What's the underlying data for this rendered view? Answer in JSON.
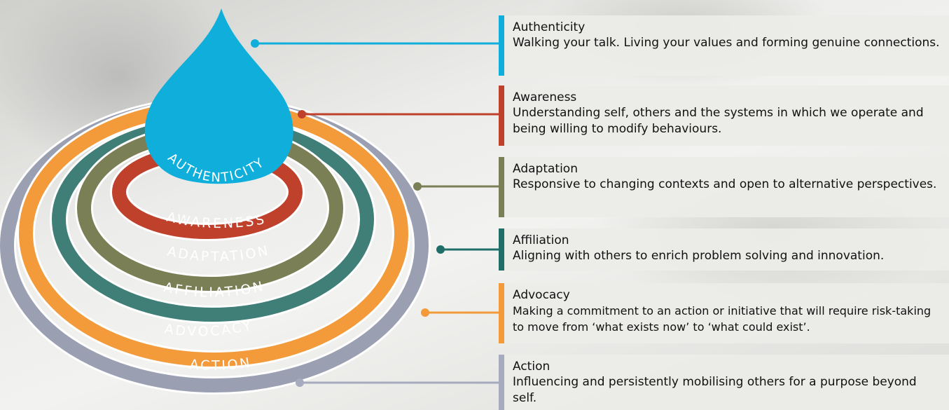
{
  "rings": [
    {
      "key": "awareness",
      "label": "AWARENESS",
      "color": "#c0412b"
    },
    {
      "key": "adaptation",
      "label": "ADAPTATION",
      "color": "#7b7f55"
    },
    {
      "key": "affiliation",
      "label": "AFFILIATION",
      "color": "#3f7f78"
    },
    {
      "key": "advocacy",
      "label": "ADVOCACY",
      "color": "#f39a3a"
    },
    {
      "key": "action",
      "label": "ACTION",
      "color": "#9aa0b2"
    }
  ],
  "drop": {
    "label": "AUTHENTICITY",
    "color": "#10aedb"
  },
  "cards": [
    {
      "title": "Authenticity",
      "text": "Walking your talk. Living your values and forming genuine connections.",
      "color": "#10aedb"
    },
    {
      "title": "Awareness",
      "text": "Understanding self, others and the systems in which we operate and being willing to modify behaviours.",
      "color": "#c0412b"
    },
    {
      "title": "Adaptation",
      "text": "Responsive to changing contexts and open to alternative perspectives.",
      "color": "#7b7f55"
    },
    {
      "title": "Affiliation",
      "text": "Aligning with others to enrich problem solving and innovation.",
      "color": "#1f6f68"
    },
    {
      "title": "Advocacy",
      "text": "Making a commitment to an action or initiative that will require risk-taking to move from ‘what exists now’ to ‘what could exist’.",
      "color": "#f39a3a"
    },
    {
      "title": "Action",
      "text": "Influencing and persistently mobilising others for a purpose beyond self.",
      "color": "#a6abbd"
    }
  ]
}
